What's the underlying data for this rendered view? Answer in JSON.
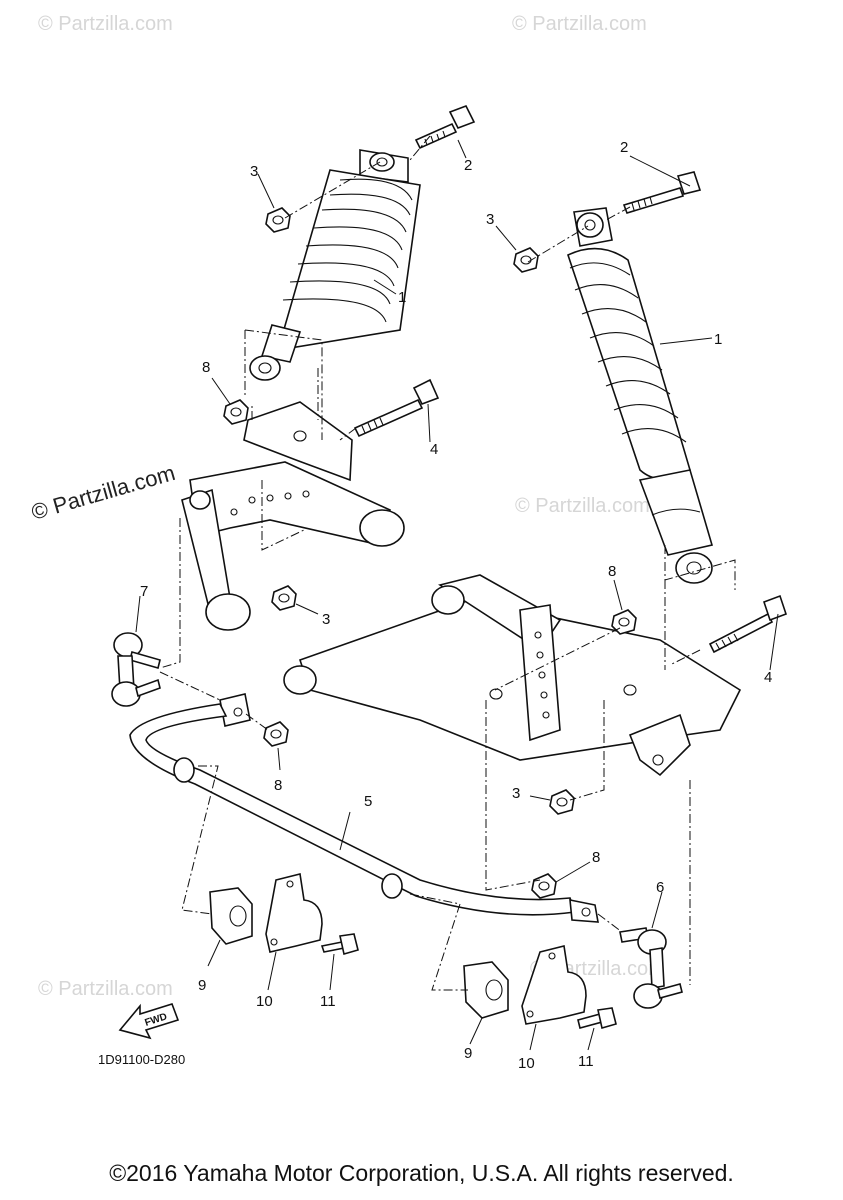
{
  "watermarks": {
    "corner": "© Partzilla.com",
    "main": "© Partzilla.com"
  },
  "callouts": {
    "shock_left": "1",
    "shock_right": "1",
    "bolt_top_left": "2",
    "bolt_top_right": "2",
    "nut_top_left": "3",
    "nut_top_right": "3",
    "nut_mid_left": "3",
    "nut_lower_right": "3",
    "bolt_mid_left": "4",
    "bolt_mid_right": "4",
    "stabilizer": "5",
    "link_right": "6",
    "link_left": "7",
    "nut_8_upper_left": "8",
    "nut_8_upper_right": "8",
    "nut_8_lower_left": "8",
    "nut_8_lower_right": "8",
    "bushing_left": "9",
    "bushing_right": "9",
    "holder_left": "10",
    "holder_right": "10",
    "bolt_small_left": "11",
    "bolt_small_right": "11"
  },
  "fwd_label": "FWD",
  "part_number": "1D91100-D280",
  "copyright": "©2016 Yamaha Motor Corporation, U.S.A. All rights reserved.",
  "colors": {
    "line": "#111111",
    "watermark": "#d6d6d6",
    "background": "#ffffff"
  }
}
